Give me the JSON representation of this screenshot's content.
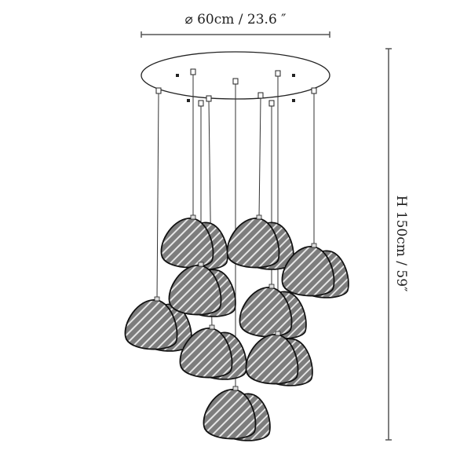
{
  "dimensions": {
    "diameter_label": "⌀ 60cm / 23.6 ″",
    "height_label": "H 150cm / 59″"
  },
  "product": {
    "pendant_count": 9,
    "colors": {
      "line": "#222222",
      "shade_fill": "#8a8a8a",
      "hatch": "#e8e8e8",
      "dimension_line": "#555555"
    }
  }
}
